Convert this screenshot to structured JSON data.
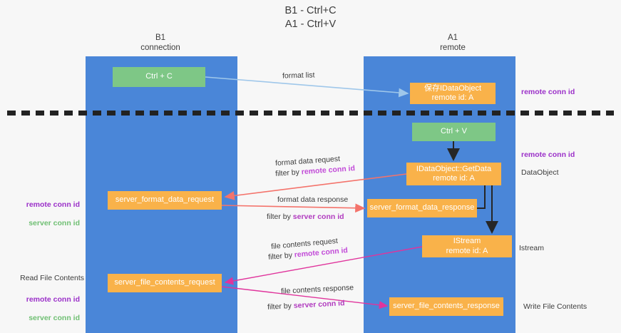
{
  "diagram": {
    "title": "B1 - Ctrl+C\nA1 - Ctrl+V",
    "columns": [
      {
        "id": "b1",
        "header": "B1\nconnection"
      },
      {
        "id": "a1",
        "header": "A1\nremote"
      }
    ],
    "nodes": [
      {
        "id": "ctrl-c",
        "label": "Ctrl + C",
        "color": "#7ec786",
        "lane": "b1"
      },
      {
        "id": "idataobject-save",
        "label": "保存IDataObject\nremote id: A",
        "color": "#f9b24a",
        "lane": "a1"
      },
      {
        "id": "ctrl-v",
        "label": "Ctrl + V",
        "color": "#7ec786",
        "lane": "a1"
      },
      {
        "id": "getdata",
        "label": "IDataObject::GetData\nremote id: A",
        "color": "#f9b24a",
        "lane": "a1"
      },
      {
        "id": "server-format-data-request",
        "label": "server_format_data_request",
        "color": "#f9b24a",
        "lane": "b1"
      },
      {
        "id": "server-format-data-response",
        "label": "server_format_data_response",
        "color": "#f9b24a",
        "lane": "a1"
      },
      {
        "id": "istream",
        "label": "IStream\nremote id: A",
        "color": "#f9b24a",
        "lane": "a1"
      },
      {
        "id": "server-file-contents-request",
        "label": "server_file_contents_request",
        "color": "#f9b24a",
        "lane": "b1"
      },
      {
        "id": "server-file-contents-response",
        "label": "server_file_contents_response",
        "color": "#f9b24a",
        "lane": "a1"
      }
    ],
    "edge_labels": {
      "format_list": "format list",
      "format_data_request": "format data request",
      "format_data_request_filter_prefix": "filter by ",
      "format_data_request_filter_key": "remote conn id",
      "format_data_response": "format data response",
      "format_data_response_filter_prefix": "filter by ",
      "format_data_response_filter_key": "server conn id",
      "file_contents_request": "file contents request",
      "file_contents_request_filter_prefix": "filter by ",
      "file_contents_request_filter_key": "remote conn id",
      "file_contents_response": "file contents response",
      "file_contents_response_filter_prefix": "filter by ",
      "file_contents_response_filter_key": "server conn id"
    },
    "annotations": {
      "remote_conn_id_top": "remote conn id",
      "remote_conn_id_mid": "remote conn id",
      "dataobject": "DataObject",
      "istream": "Istream",
      "write_file_contents": "Write File Contents",
      "read_file_contents": "Read File Contents",
      "remote_conn_id": "remote conn id",
      "server_conn_id": "server conn id"
    },
    "colors": {
      "lane": "#4a86d8",
      "green_node": "#7ec786",
      "orange_node": "#f9b24a",
      "purple_text": "#9b30c9",
      "green_text": "#6fbf73",
      "magenta_edge": "#e0349c",
      "red_edge": "#f4736b",
      "blue_edge": "#9fc7ea",
      "background": "#f7f7f7",
      "divider": "#222222"
    }
  }
}
